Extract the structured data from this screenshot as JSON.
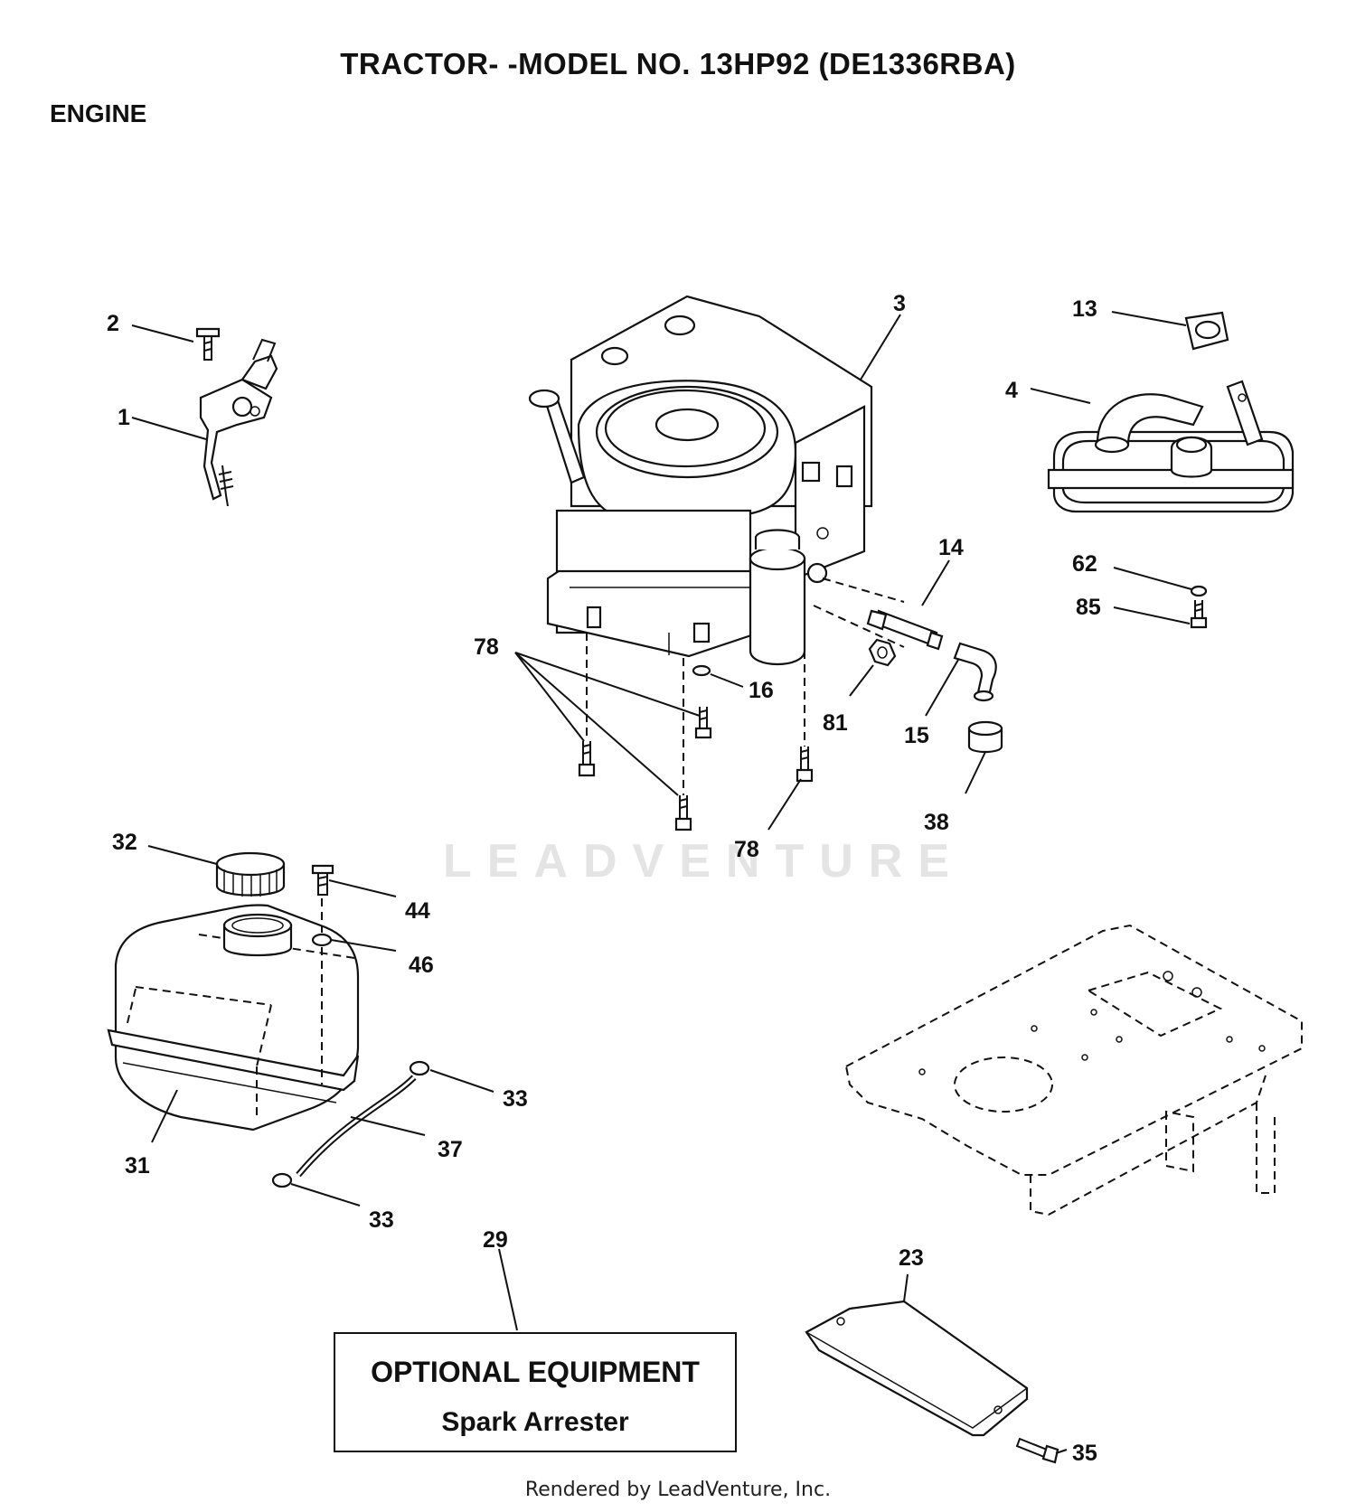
{
  "header": {
    "title": "TRACTOR- -MODEL NO. 13HP92 (DE1336RBA)",
    "section": "ENGINE"
  },
  "callouts": [
    "1",
    "2",
    "3",
    "4",
    "13",
    "14",
    "15",
    "16",
    "78",
    "78",
    "81",
    "38",
    "62",
    "85",
    "32",
    "44",
    "46",
    "31",
    "33",
    "37",
    "33",
    "29",
    "23",
    "35"
  ],
  "optional_box": {
    "heading": "OPTIONAL EQUIPMENT",
    "item": "Spark Arrester"
  },
  "watermark": "LEADVENTURE",
  "footer": "Rendered by LeadVenture, Inc."
}
